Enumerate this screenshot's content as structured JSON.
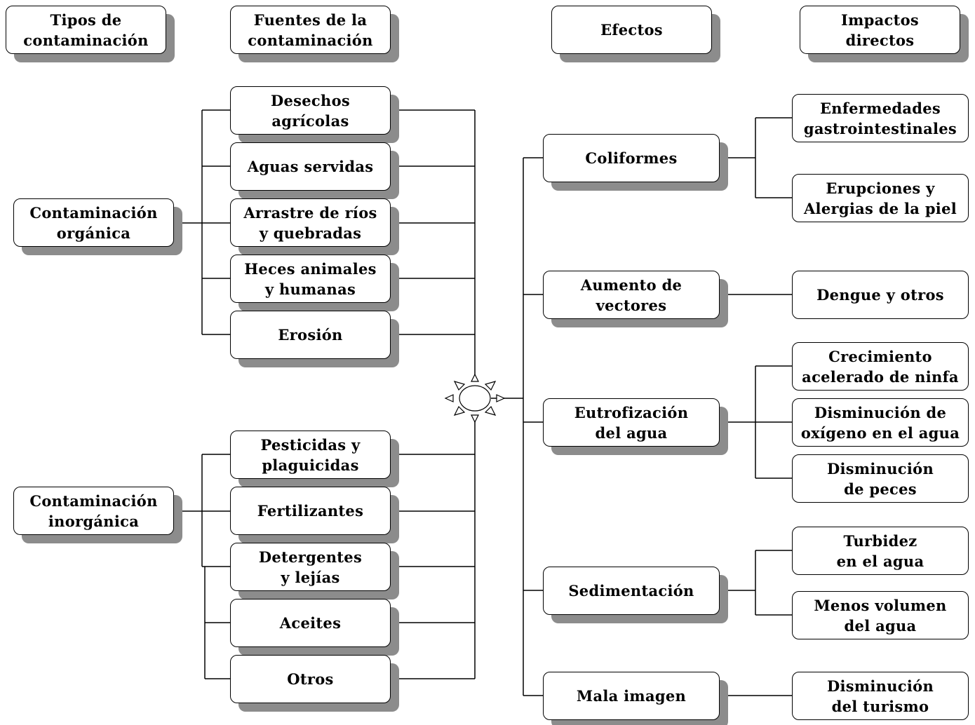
{
  "headers": {
    "tipos": "Tipos de\ncontaminación",
    "fuentes": "Fuentes de la\ncontaminación",
    "efectos": "Efectos",
    "impactos": "Impactos\ndirectos"
  },
  "tipos": {
    "organica": "Contaminación\norgánica",
    "inorganica": "Contaminación\ninorgánica"
  },
  "fuentes_organica": [
    "Desechos\nagrícolas",
    "Aguas servidas",
    "Arrastre de ríos\ny quebradas",
    "Heces animales\ny humanas",
    "Erosión"
  ],
  "fuentes_inorganica": [
    "Pesticidas y\nplaguicidas",
    "Fertilizantes",
    "Detergentes\ny lejías",
    "Aceites",
    "Otros"
  ],
  "efectos": [
    "Coliformes",
    "Aumento de\nvectores",
    "Eutrofización\ndel agua",
    "Sedimentación",
    "Mala imagen"
  ],
  "impactos": [
    "Enfermedades\ngastrointestinales",
    "Erupciones y\nAlergias de la piel",
    "Dengue y otros",
    "Crecimiento\nacelerado de ninfa",
    "Disminución de\noxígeno en el agua",
    "Disminución\nde peces",
    "Turbidez\nen el agua",
    "Menos volumen\ndel agua",
    "Disminución\ndel turismo"
  ]
}
